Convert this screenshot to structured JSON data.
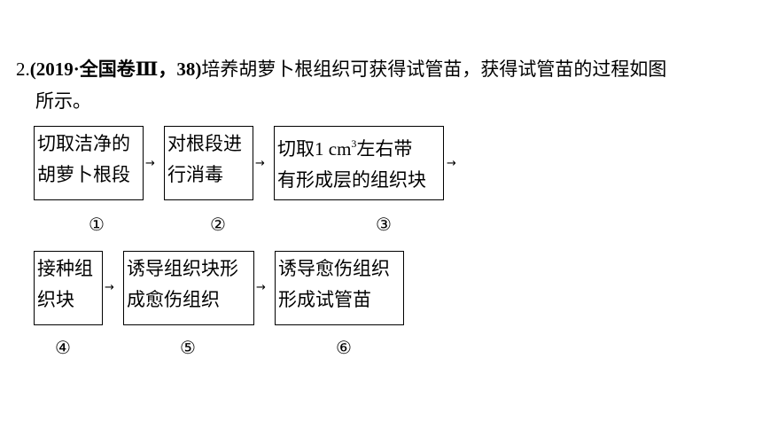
{
  "question": {
    "number": "2.",
    "source": "(2019·全国卷Ⅲ，38)",
    "text_line1": "培养胡萝卜根组织可获得试管苗，获得试管苗的过程如图",
    "text_line2": "所示。"
  },
  "steps": [
    {
      "line1": "切取洁净的",
      "line2": "胡萝卜根段",
      "marker": "①"
    },
    {
      "line1": "对根段进",
      "line2": "行消毒",
      "marker": "②"
    },
    {
      "line1_pre": "切取",
      "line1_qty": "1 cm",
      "line1_sup": "3",
      "line1_post": "左右带",
      "line2": "有形成层的组织块",
      "marker": "③"
    },
    {
      "line1": "接种组",
      "line2": "织块",
      "marker": "④"
    },
    {
      "line1": "诱导组织块形",
      "line2": "成愈伤组织",
      "marker": "⑤"
    },
    {
      "line1": "诱导愈伤组织",
      "line2": "形成试管苗",
      "marker": "⑥"
    }
  ],
  "arrow_glyph": "→"
}
